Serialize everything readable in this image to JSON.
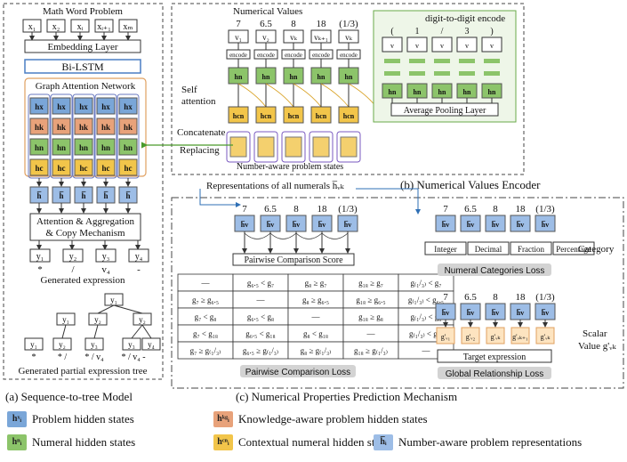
{
  "left": {
    "title": "Math Word Problem",
    "tokens": [
      "x₁",
      "x₂",
      "xᵢ",
      "xᵢ₊₁",
      "xₘ"
    ],
    "embedding": "Embedding Layer",
    "bilstm": "Bi-LSTM",
    "gat": "Graph Attention Network",
    "cols": [
      "1",
      "2",
      "i",
      "i+1",
      "m"
    ],
    "attention": "Attention & Aggregation",
    "copy": "& Copy Mechanism",
    "ys": [
      "y₁",
      "y₂",
      "y₃",
      "y₄"
    ],
    "ysyms": [
      "*",
      "/",
      "v₄",
      "-"
    ],
    "gen_expr": "Generated expression",
    "gen_tree": "Generated partial expression tree",
    "tree_syms": [
      "*",
      "* /",
      "* / v₄",
      "* / v₄ -"
    ],
    "caption": "(a) Sequence-to-tree Model"
  },
  "top": {
    "title": "Numerical Values",
    "values": [
      "7",
      "6.5",
      "8",
      "18",
      "(1/3)"
    ],
    "vlabels": [
      "v₁",
      "v₂",
      "vₖ",
      "vₖ₊₁",
      "vₖ"
    ],
    "encode": "encode",
    "self_attention": "Self attention",
    "concatenate": "Concatenate",
    "replacing": "Replacing",
    "number_aware": "Number-aware problem states",
    "d2d": "digit-to-digit encode",
    "d2d_chars": [
      "(",
      "1",
      "/",
      "3",
      ")"
    ],
    "avg_pool": "Average Pooling Layer",
    "caption": "(b) Numerical Values Encoder"
  },
  "reps": "Representations of all numerals h̅ᵥₖ",
  "bottom": {
    "values": [
      "7",
      "6.5",
      "8",
      "18",
      "(1/3)"
    ],
    "pairwise": "Pairwise Comparison Score",
    "table": [
      [
        "—",
        "g₆.₅ < g₇",
        "g₈ ≥ g₇",
        "g₁₈ ≥ g₇",
        "g₍₁/₃₎ < g₇"
      ],
      [
        "g₇ ≥ g₆.₅",
        "—",
        "g₈ ≥ g₆.₅",
        "g₁₈ ≥ g₆.₅",
        "g₍₁/₃₎ < g₆.₅"
      ],
      [
        "g₇ < g₈",
        "g₆.₅ < g₈",
        "—",
        "g₁₈ ≥ g₈",
        "g₍₁/₃₎ < g₈"
      ],
      [
        "g₇ < g₁₈",
        "g₆.₅ < g₁₈",
        "g₈ < g₁₈",
        "—",
        "g₍₁/₃₎ < g₁₈"
      ],
      [
        "g₇ ≥ g₍₁/₃₎",
        "g₆.₅ ≥ g₍₁/₃₎",
        "g₈ ≥ g₍₁/₃₎",
        "g₁₈ ≥ g₍₁/₃₎",
        "—"
      ]
    ],
    "pairwise_loss": "Pairwise Comparison Loss",
    "categories": [
      "Integer",
      "Decimal",
      "Fraction",
      "Percentage"
    ],
    "category_label": "Category",
    "cat_loss": "Numeral Categories Loss",
    "gprime": [
      "g'ᵥ₁",
      "g'ᵥ₂",
      "g'ᵥₖ",
      "g'ᵥₖ₊₁",
      "g'ᵥₖ"
    ],
    "scalar": "Scalar",
    "scalar_value": "Value g'ᵥₖ",
    "target": "Target expression",
    "global_loss": "Global Relationship Loss",
    "caption": "(c) Numerical Properties Prediction Mechanism"
  },
  "legend": {
    "items": [
      {
        "sym": "hˣᵢ",
        "label": "Problem hidden states",
        "color": "#7aa6d8"
      },
      {
        "sym": "hᵏᵍᵢ",
        "label": "Knowledge-aware problem hidden states",
        "color": "#e8a27a"
      },
      {
        "sym": "hⁿᵢ",
        "label": "Numeral hidden states",
        "color": "#8cc46a"
      },
      {
        "sym": "hᶜⁿᵢ",
        "label": "Contextual numeral hidden states",
        "color": "#f2c54a"
      },
      {
        "sym": "h̅ᵢ",
        "label": "Number-aware problem representations",
        "color": "#9dbde6"
      }
    ]
  },
  "colors": {
    "blue": "#7aa6d8",
    "orange": "#e8a27a",
    "green": "#8cc46a",
    "yellow": "#f2c54a",
    "light_blue": "#9dbde6",
    "gray": "#d0d0d0"
  }
}
